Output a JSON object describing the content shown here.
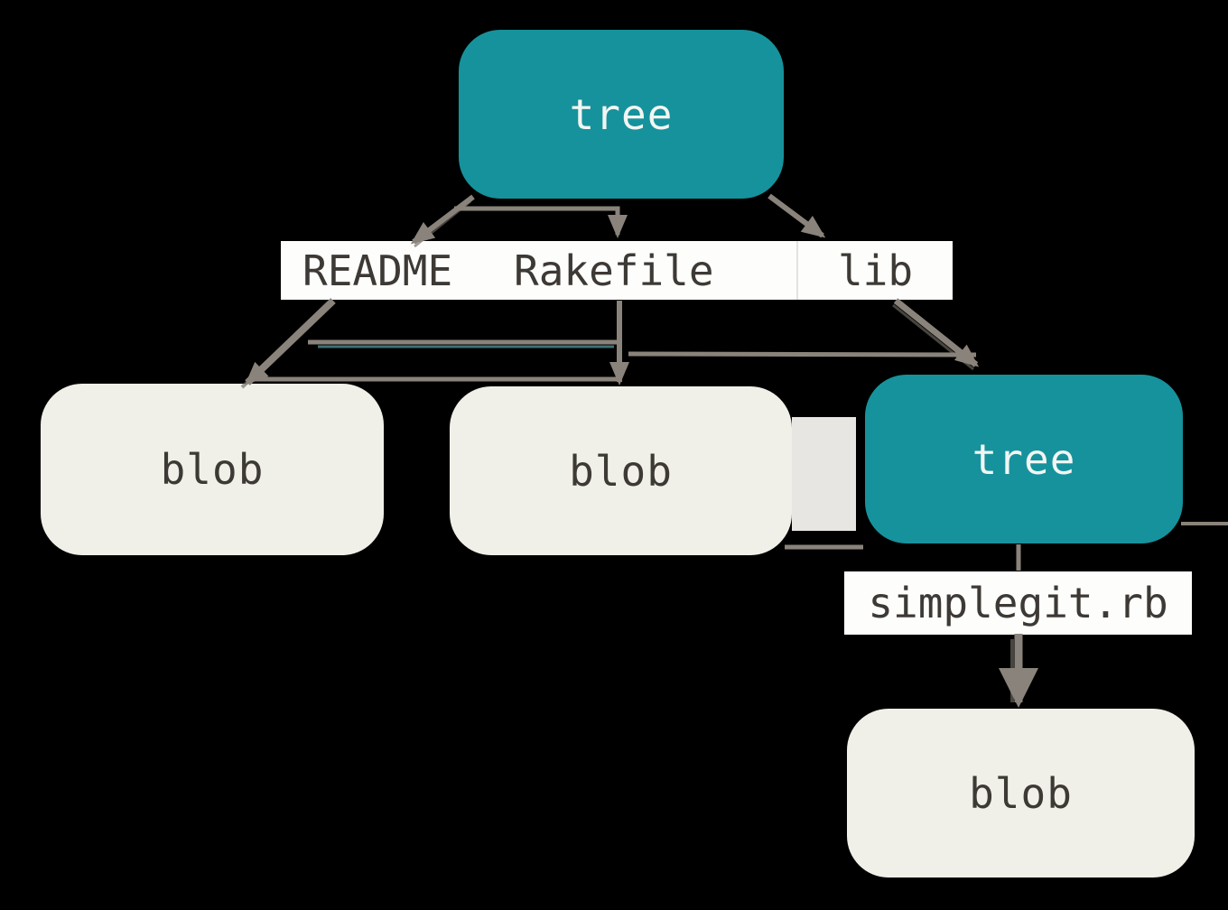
{
  "diagram": {
    "nodes": {
      "root_tree": {
        "label": "tree",
        "type": "tree"
      },
      "readme_blob": {
        "label": "blob",
        "type": "blob"
      },
      "rakefile_blob": {
        "label": "blob",
        "type": "blob"
      },
      "lib_tree": {
        "label": "tree",
        "type": "tree"
      },
      "simplegit_blob": {
        "label": "blob",
        "type": "blob"
      }
    },
    "edge_labels": {
      "readme": "README",
      "rakefile": "Rakefile",
      "lib": "lib",
      "simplegit": "simplegit.rb"
    }
  },
  "colors": {
    "teal": "#16929c",
    "blob_fill": "#f0efe8",
    "label_bg": "#fdfdfc",
    "text_dark": "#3d3935",
    "text_light": "#f2f5f2",
    "arrow": "#8a837b",
    "arrow_shadow": "#6f6a63",
    "arrow_teal": "#49858c",
    "patch": "#e7e6e2",
    "background": "#000000"
  }
}
